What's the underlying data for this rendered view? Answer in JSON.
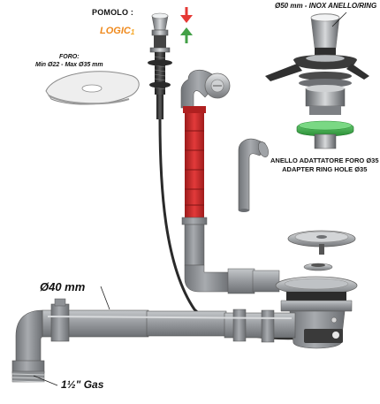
{
  "labels": {
    "pomolo": "POMOLO :",
    "logic_brand": "LOGIC",
    "logic_suffix": "1",
    "foro_title": "FORO:",
    "foro_size": "Min Ø22 - Max Ø35 mm",
    "ring_label": "Ø50 mm - INOX ANELLO/RING",
    "adapter_it": "ANELLO ADATTATORE FORO Ø35",
    "adapter_en": "ADAPTER RING HOLE Ø35",
    "pipe_diameter": "Ø40 mm",
    "thread_size": "1½\" Gas"
  },
  "colors": {
    "arrow_down": "#e53935",
    "arrow_up": "#43a047",
    "red_hose": "#d32f2f",
    "green_adapter": "#3fae49",
    "pipe_grey": "#8c8f93",
    "logic_orange": "#ef8a1e"
  }
}
